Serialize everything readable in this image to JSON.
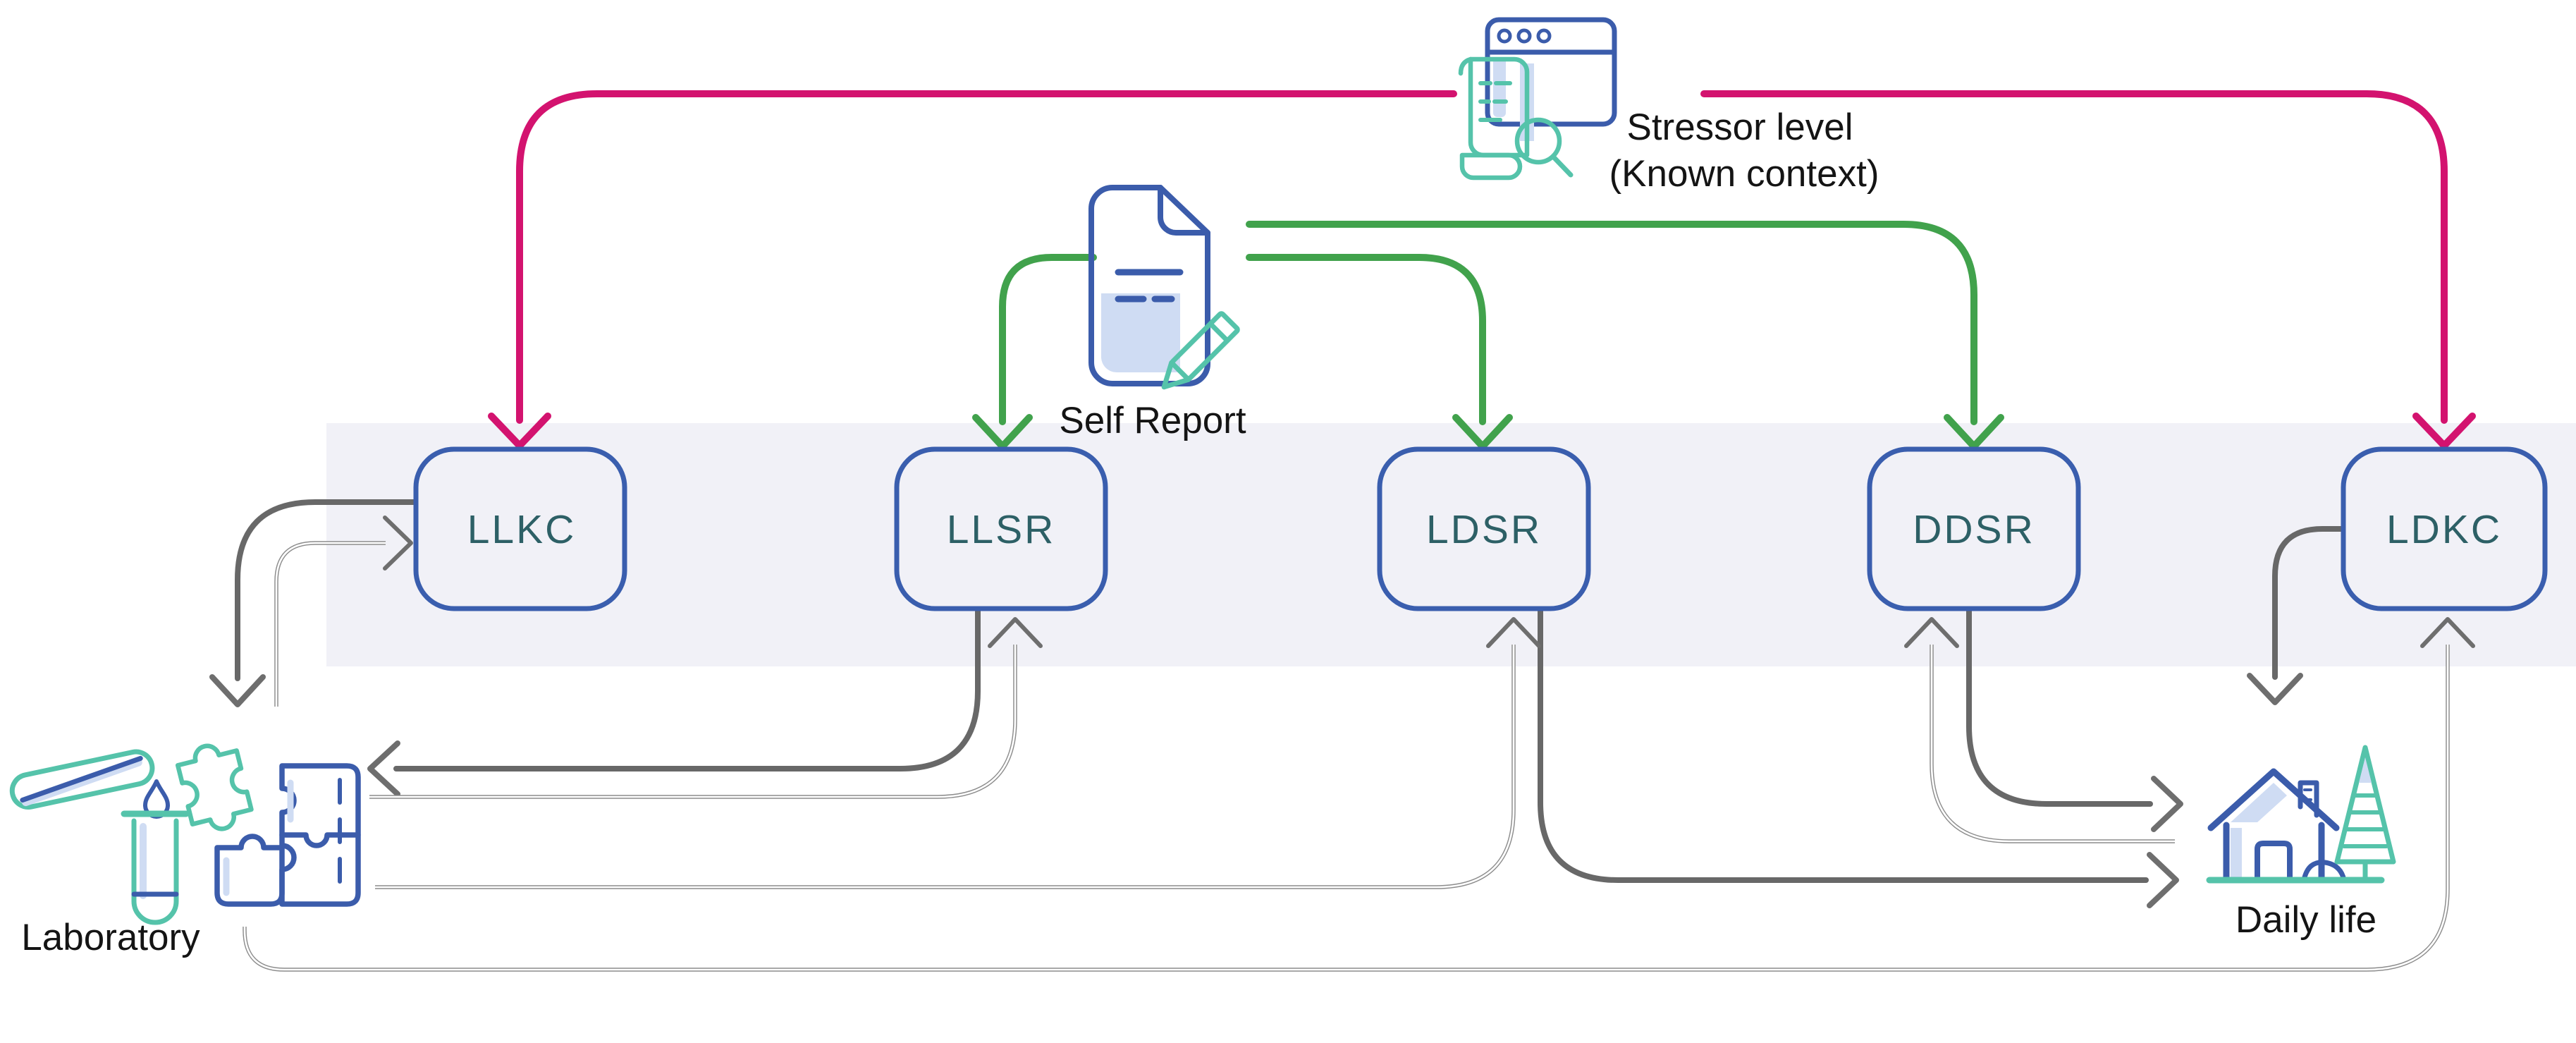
{
  "diagram": {
    "nodes": [
      {
        "id": "llkc",
        "label": "LLKC"
      },
      {
        "id": "llsr",
        "label": "LLSR"
      },
      {
        "id": "ldsr",
        "label": "LDSR"
      },
      {
        "id": "ddsr",
        "label": "DDSR"
      },
      {
        "id": "ldkc",
        "label": "LDKC"
      }
    ],
    "annotations": {
      "stressor": {
        "line1": "Stressor level",
        "line2": "(Known context)"
      },
      "self_report": {
        "label": "Self Report"
      },
      "laboratory": {
        "label": "Laboratory"
      },
      "daily_life": {
        "label": "Daily life"
      }
    },
    "edges": [
      {
        "from": "stressor",
        "to": "llkc",
        "style": "known-context-pink"
      },
      {
        "from": "stressor",
        "to": "ldkc",
        "style": "known-context-pink"
      },
      {
        "from": "self_report",
        "to": "llsr",
        "style": "self-report-green"
      },
      {
        "from": "self_report",
        "to": "ldsr",
        "style": "self-report-green"
      },
      {
        "from": "self_report",
        "to": "ddsr",
        "style": "self-report-green"
      },
      {
        "from": "llkc",
        "to": "laboratory",
        "style": "solid-gray"
      },
      {
        "from": "llsr",
        "to": "laboratory",
        "style": "solid-gray"
      },
      {
        "from": "ldsr",
        "to": "daily_life",
        "style": "solid-gray"
      },
      {
        "from": "ddsr",
        "to": "daily_life",
        "style": "solid-gray"
      },
      {
        "from": "ldkc",
        "to": "daily_life",
        "style": "solid-gray"
      },
      {
        "from": "laboratory",
        "to": "llkc",
        "style": "thin-double-gray"
      },
      {
        "from": "laboratory",
        "to": "llsr",
        "style": "thin-double-gray"
      },
      {
        "from": "laboratory",
        "to": "ldsr",
        "style": "thin-double-gray"
      },
      {
        "from": "laboratory",
        "to": "ldkc",
        "style": "thin-double-gray"
      },
      {
        "from": "daily_life",
        "to": "ddsr",
        "style": "thin-double-gray"
      }
    ],
    "colors": {
      "known_context_arrow": "#d3136f",
      "self_report_arrow": "#41a24c",
      "solid_gray_arrow": "#686868",
      "thin_gray_arrow": "#8c8c8c",
      "arrowhead_gray": "#6e6e6e",
      "node_border": "#3a5eae",
      "node_text": "#2d6066",
      "band_background": "#f1f1f7",
      "icon_teal": "#55c3aa",
      "icon_blue": "#3b5cab",
      "icon_light_blue": "#cfdcf3",
      "label_text": "#141414"
    }
  }
}
